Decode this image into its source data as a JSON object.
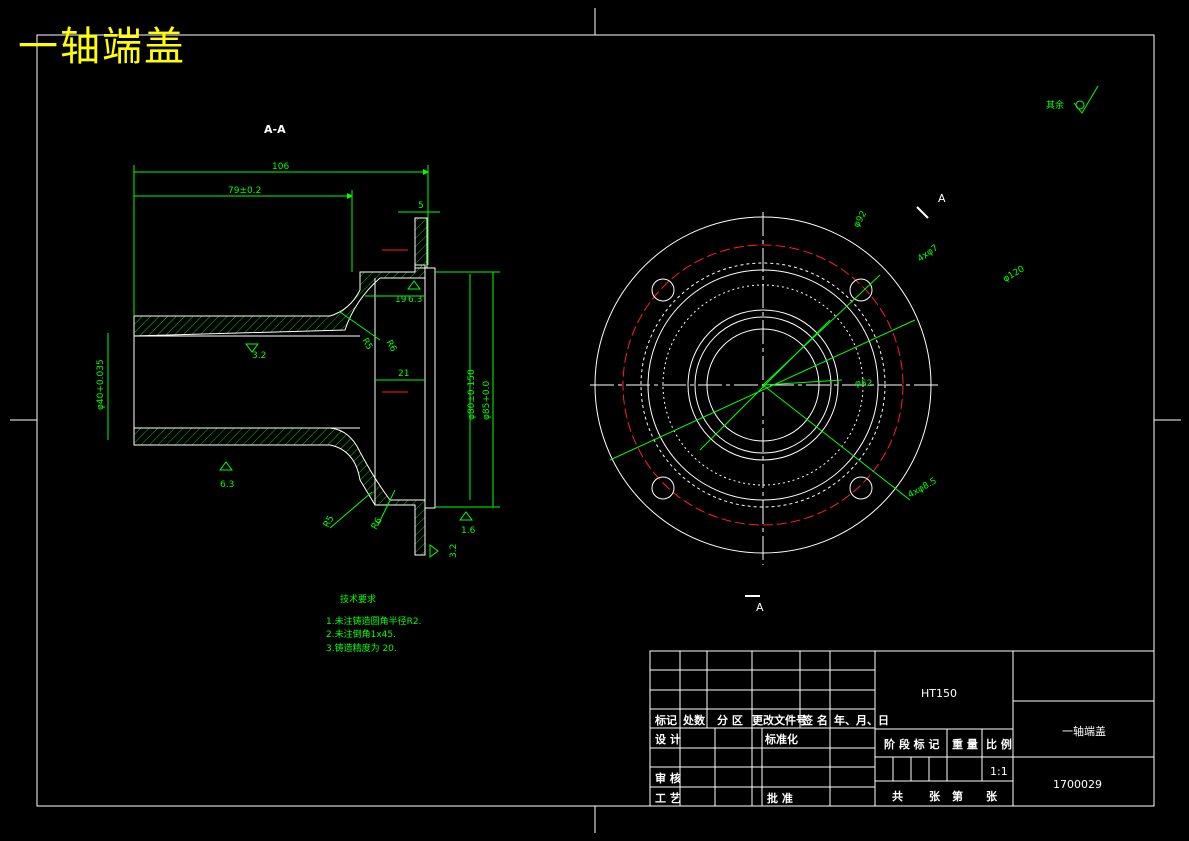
{
  "title_banner": "一轴端盖",
  "section_view": {
    "label": "A-A",
    "dims": {
      "overall_length": "106",
      "length_79": "79±0.2",
      "flange_5": "5",
      "dim_19": "19",
      "dim_21": "21",
      "bore_dia": "φ40+0.035",
      "dia_80": "φ80±0.150",
      "dia_85": "φ85+0.0",
      "r5_a": "R5",
      "r6_a": "R6",
      "r5_b": "R5",
      "r6_b": "R6"
    },
    "roughness": {
      "r_32_top": "3.2",
      "r_63_bottom": "6.3",
      "r_63_flange": "6.3",
      "r_16": "1.6",
      "r_32_side": "3.2"
    }
  },
  "front_view": {
    "dia_92": "φ92",
    "holes_a": "4xφ7",
    "dia_120": "φ120",
    "dia_52": "φ52",
    "holes_b": "4xφ8.5",
    "section_arrow_top": "A",
    "section_arrow_bottom": "A"
  },
  "roughness_other": "其余",
  "tech_requirements": {
    "heading": "技术要求",
    "items": [
      "1.未注铸造圆角半径R2.",
      "2.未注倒角1x45.",
      "3.铸造精度为 20."
    ]
  },
  "title_block": {
    "material": "HT150",
    "part_name": "一轴端盖",
    "drawing_number": "1700029",
    "scale_value": "1:1",
    "revision_headers": [
      "标记",
      "处数",
      "分 区",
      "更改文件号",
      "签 名",
      "年、月、日"
    ],
    "role_design": "设 计",
    "role_standard": "标准化",
    "role_review": "审 核",
    "role_process": "工 艺",
    "role_approve": "批 准",
    "stage_mark": "阶 段 标 记",
    "weight": "重 量",
    "scale": "比 例",
    "total": "共",
    "sheets": "张",
    "sheet_no": "第",
    "sheet_unit": "张"
  },
  "colors": {
    "background": "#000000",
    "line": "#ffffff",
    "dimension": "#00ff00",
    "center": "#ff2020",
    "banner": "#ffff00"
  }
}
